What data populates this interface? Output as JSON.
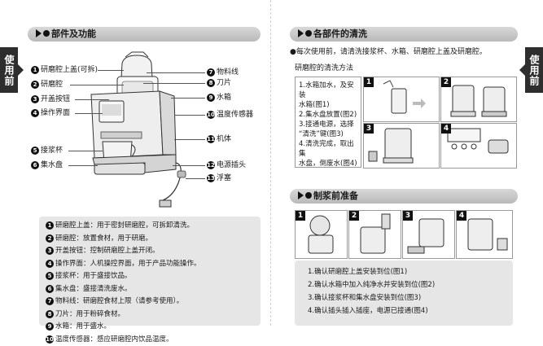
{
  "left": {
    "side_tab": "使用前",
    "section_title": "部件及功能",
    "parts": [
      {
        "n": "1",
        "label": "研磨腔上盖(可拆)"
      },
      {
        "n": "2",
        "label": "研磨腔"
      },
      {
        "n": "3",
        "label": "开盖按钮"
      },
      {
        "n": "4",
        "label": "操作界面"
      },
      {
        "n": "5",
        "label": "接浆杯"
      },
      {
        "n": "6",
        "label": "集水盘"
      },
      {
        "n": "7",
        "label": "物料线"
      },
      {
        "n": "8",
        "label": "刀片"
      },
      {
        "n": "9",
        "label": "水箱"
      },
      {
        "n": "10",
        "label": "温度传感器"
      },
      {
        "n": "11",
        "label": "机体"
      },
      {
        "n": "12",
        "label": "电源插头"
      },
      {
        "n": "13",
        "label": "浮塞"
      }
    ],
    "descriptions": [
      {
        "n": "1",
        "text": "研磨腔上盖：用于密封研磨腔，可拆卸清洗。"
      },
      {
        "n": "2",
        "text": "研磨腔：放置食材，用于研磨。"
      },
      {
        "n": "3",
        "text": "开盖按钮：控制研磨腔上盖开闭。"
      },
      {
        "n": "4",
        "text": "操作界面：人机操控界面，用于产品功能操作。"
      },
      {
        "n": "5",
        "text": "接浆杯：用于盛接饮品。"
      },
      {
        "n": "6",
        "text": "集水盘：盛接清洗废水。"
      },
      {
        "n": "7",
        "text": "物料线：研磨腔食材上限（请参考使用）。"
      },
      {
        "n": "8",
        "text": "刀片：用于粉碎食材。"
      },
      {
        "n": "9",
        "text": "水箱：用于盛水。"
      },
      {
        "n": "10",
        "text": "温度传感器：感应研磨腔内饮品温度。"
      }
    ]
  },
  "right": {
    "side_tab": "使用前",
    "section1_title": "各部件的清洗",
    "intro": "●每次使用前，请清洗接浆杯、水箱、研磨腔上盖及研磨腔。",
    "subhead": "研磨腔的清洗方法",
    "clean_steps": [
      "1.水箱加水，及安装",
      "水箱(图1)",
      "2.集水盘放置(图2)",
      "3.接通电源，选择",
      "“清洗”键(图3)",
      "4.清洗完成，取出集",
      "水盘，倒废水(图4)"
    ],
    "clean_panels": [
      "1",
      "2",
      "3",
      "4"
    ],
    "section2_title": "制浆前准备",
    "prep_panels": [
      "1",
      "2",
      "3",
      "4"
    ],
    "prep_steps": [
      "1.确认研磨腔上盖安装到位(图1)",
      "2.确认水箱中加入纯净水并安装到位(图2)",
      "3.确认接浆杯和集水盘安装到位(图3)",
      "4.确认插头插入插座，电源已接通(图4)"
    ]
  }
}
